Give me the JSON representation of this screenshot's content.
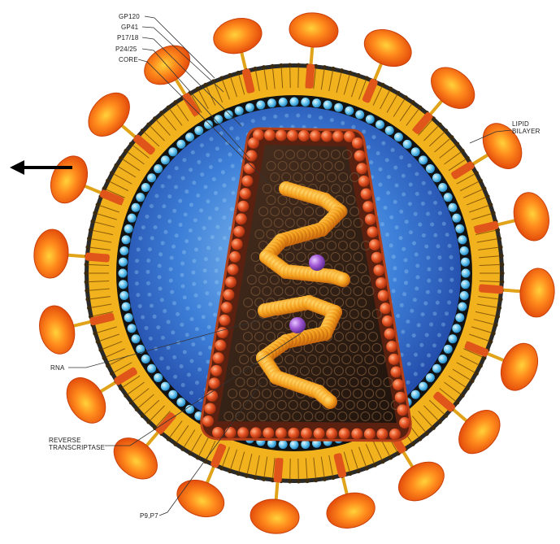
{
  "labels": {
    "gp120": "GP120",
    "gp41": "GP41",
    "p17_18": "P17/18",
    "p24_25": "P24/25",
    "core": "CORE",
    "lipid_bilayer_1": "LIPID",
    "lipid_bilayer_2": "BILAYER",
    "rna": "RNA",
    "reverse_transcriptase_1": "REVERSE",
    "reverse_transcriptase_2": "TRANSCRIPTASE",
    "p9_p7": "P9,P7"
  },
  "icons": {
    "nav_arrow": "arrow-left-icon"
  },
  "colors": {
    "spike": "#f05a0c",
    "spike_highlight": "#ffd23a",
    "bilayer": "#f2b21e",
    "matrix_bead": "#5fc8ef",
    "interior": "#2b5dc0",
    "core_wall": "#e0501e",
    "core_interior": "#2e1d12",
    "rna": "#f5a21e",
    "enzyme": "#9a50c8"
  }
}
